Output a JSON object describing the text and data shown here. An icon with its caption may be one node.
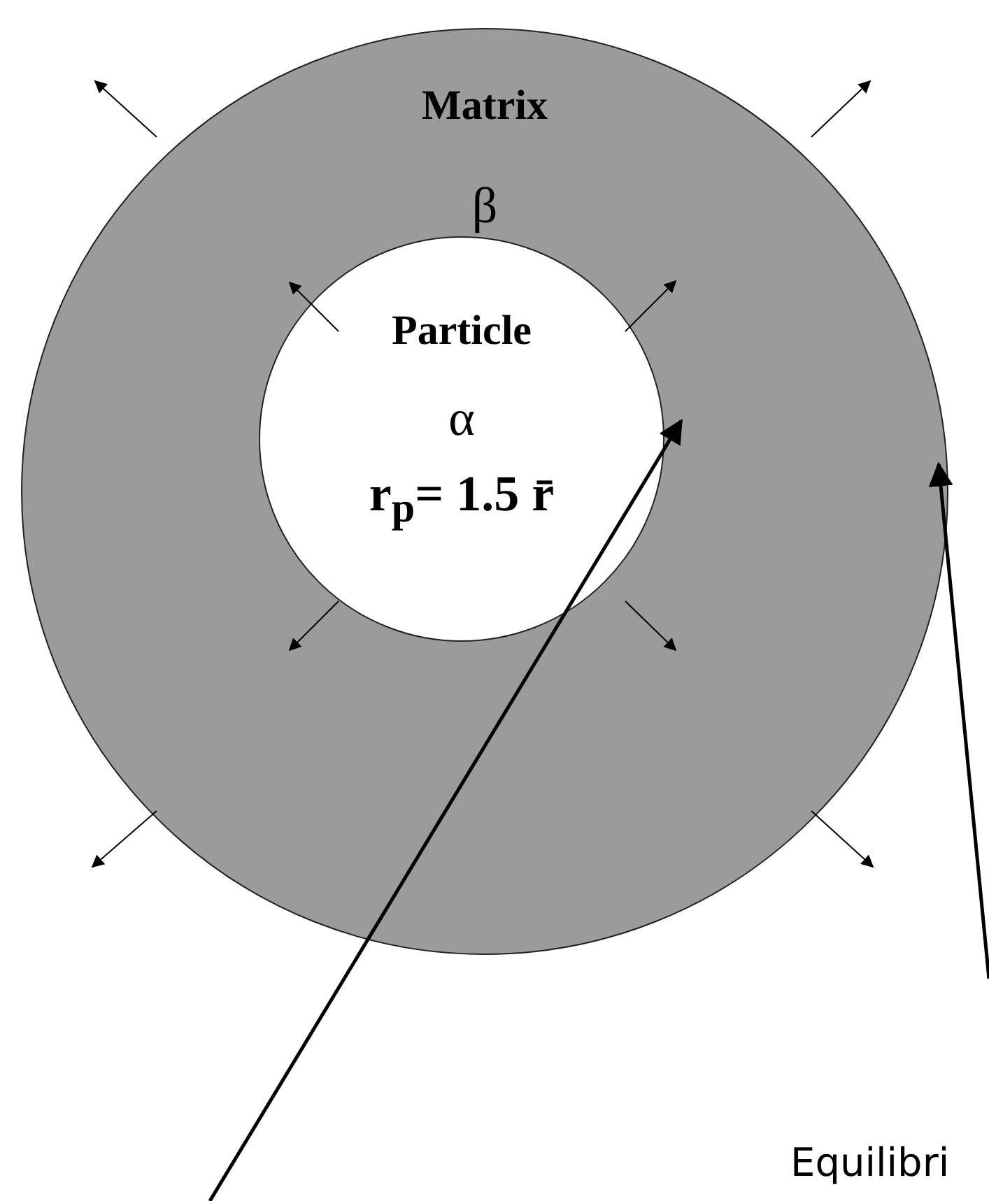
{
  "diagram": {
    "nodes": [
      {
        "text": [
          "Matrix",
          "β"
        ]
      },
      {
        "text": [
          "Particle",
          "α",
          "r$_{p}$= 1.5 r̄"
        ],
        "in": 0
      }
    ],
    "edges": [
      {
        "from": null,
        "to": 1,
        "arrow": "to"
      },
      {
        "from": null,
        "to": 0,
        "arrow": "to"
      }
    ],
    "labels": [
      "Equilibri"
    ]
  }
}
